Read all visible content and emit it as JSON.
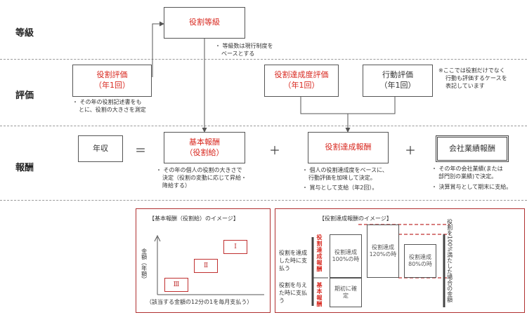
{
  "rows": {
    "grade": "等級",
    "evaluation": "評価",
    "compensation": "報酬"
  },
  "grade_box": {
    "label": "役割等級"
  },
  "grade_note": [
    "・ 等級数は現行制度を",
    "ベースとする"
  ],
  "role_eval": {
    "line1": "役割評価",
    "line2": "（年1回）"
  },
  "role_eval_note": [
    "・ その年の役割記述書をも",
    "とに、役割の大きさを測定"
  ],
  "achievement_eval": {
    "line1": "役割達成度評価",
    "line2": "（年1回）"
  },
  "behavior_eval": {
    "line1": "行動評価",
    "line2": "（年1回）"
  },
  "eval_note": [
    "※ここでは役割だけでなく",
    "行動も評価するケースを",
    "表記しています"
  ],
  "annual_income": "年収",
  "equals": "＝",
  "plus1": "＋",
  "plus2": "＋",
  "base_pay": {
    "line1": "基本報酬",
    "line2": "（役割給）"
  },
  "base_pay_note": [
    "・ その年の個人の役割の大きさで",
    "決定（役割の変動に応じて昇給・",
    "降給する）"
  ],
  "achievement_pay": {
    "label": "役割達成報酬"
  },
  "achievement_pay_note": [
    "・ 個人の役割達成度をベースに、",
    "行動評価を加味して決定。",
    "・ 賞与として支給（年2回）。"
  ],
  "company_pay": {
    "label": "会社業績報酬"
  },
  "company_pay_note": [
    "・ その年の会社業績(または",
    "部門別の業績)で決定。",
    "・ 決算賞与として期末に支給。"
  ],
  "panel_left": {
    "title": "【基本報酬（役割給）のイメージ】",
    "y_axis": "金額（年額）",
    "steps": [
      "Ⅰ",
      "Ⅱ",
      "Ⅲ"
    ],
    "caption": "（該当する金額の12分の1を毎月支払う）"
  },
  "panel_right": {
    "title": "【役割達成報酬のイメージ】",
    "label_top": "役割を達成した時に支払う",
    "label_bottom": "役割を与えた時に支払う",
    "vlabel_top": "役割達成報酬",
    "vlabel_bottom": "基本報酬",
    "box_100": "役割達成100%の時",
    "box_120": "役割達成120%の時",
    "box_80": "役割達成80%の時",
    "box_fixed": "期初に確定",
    "side_note": "役割を100%満たした場合の金額"
  }
}
